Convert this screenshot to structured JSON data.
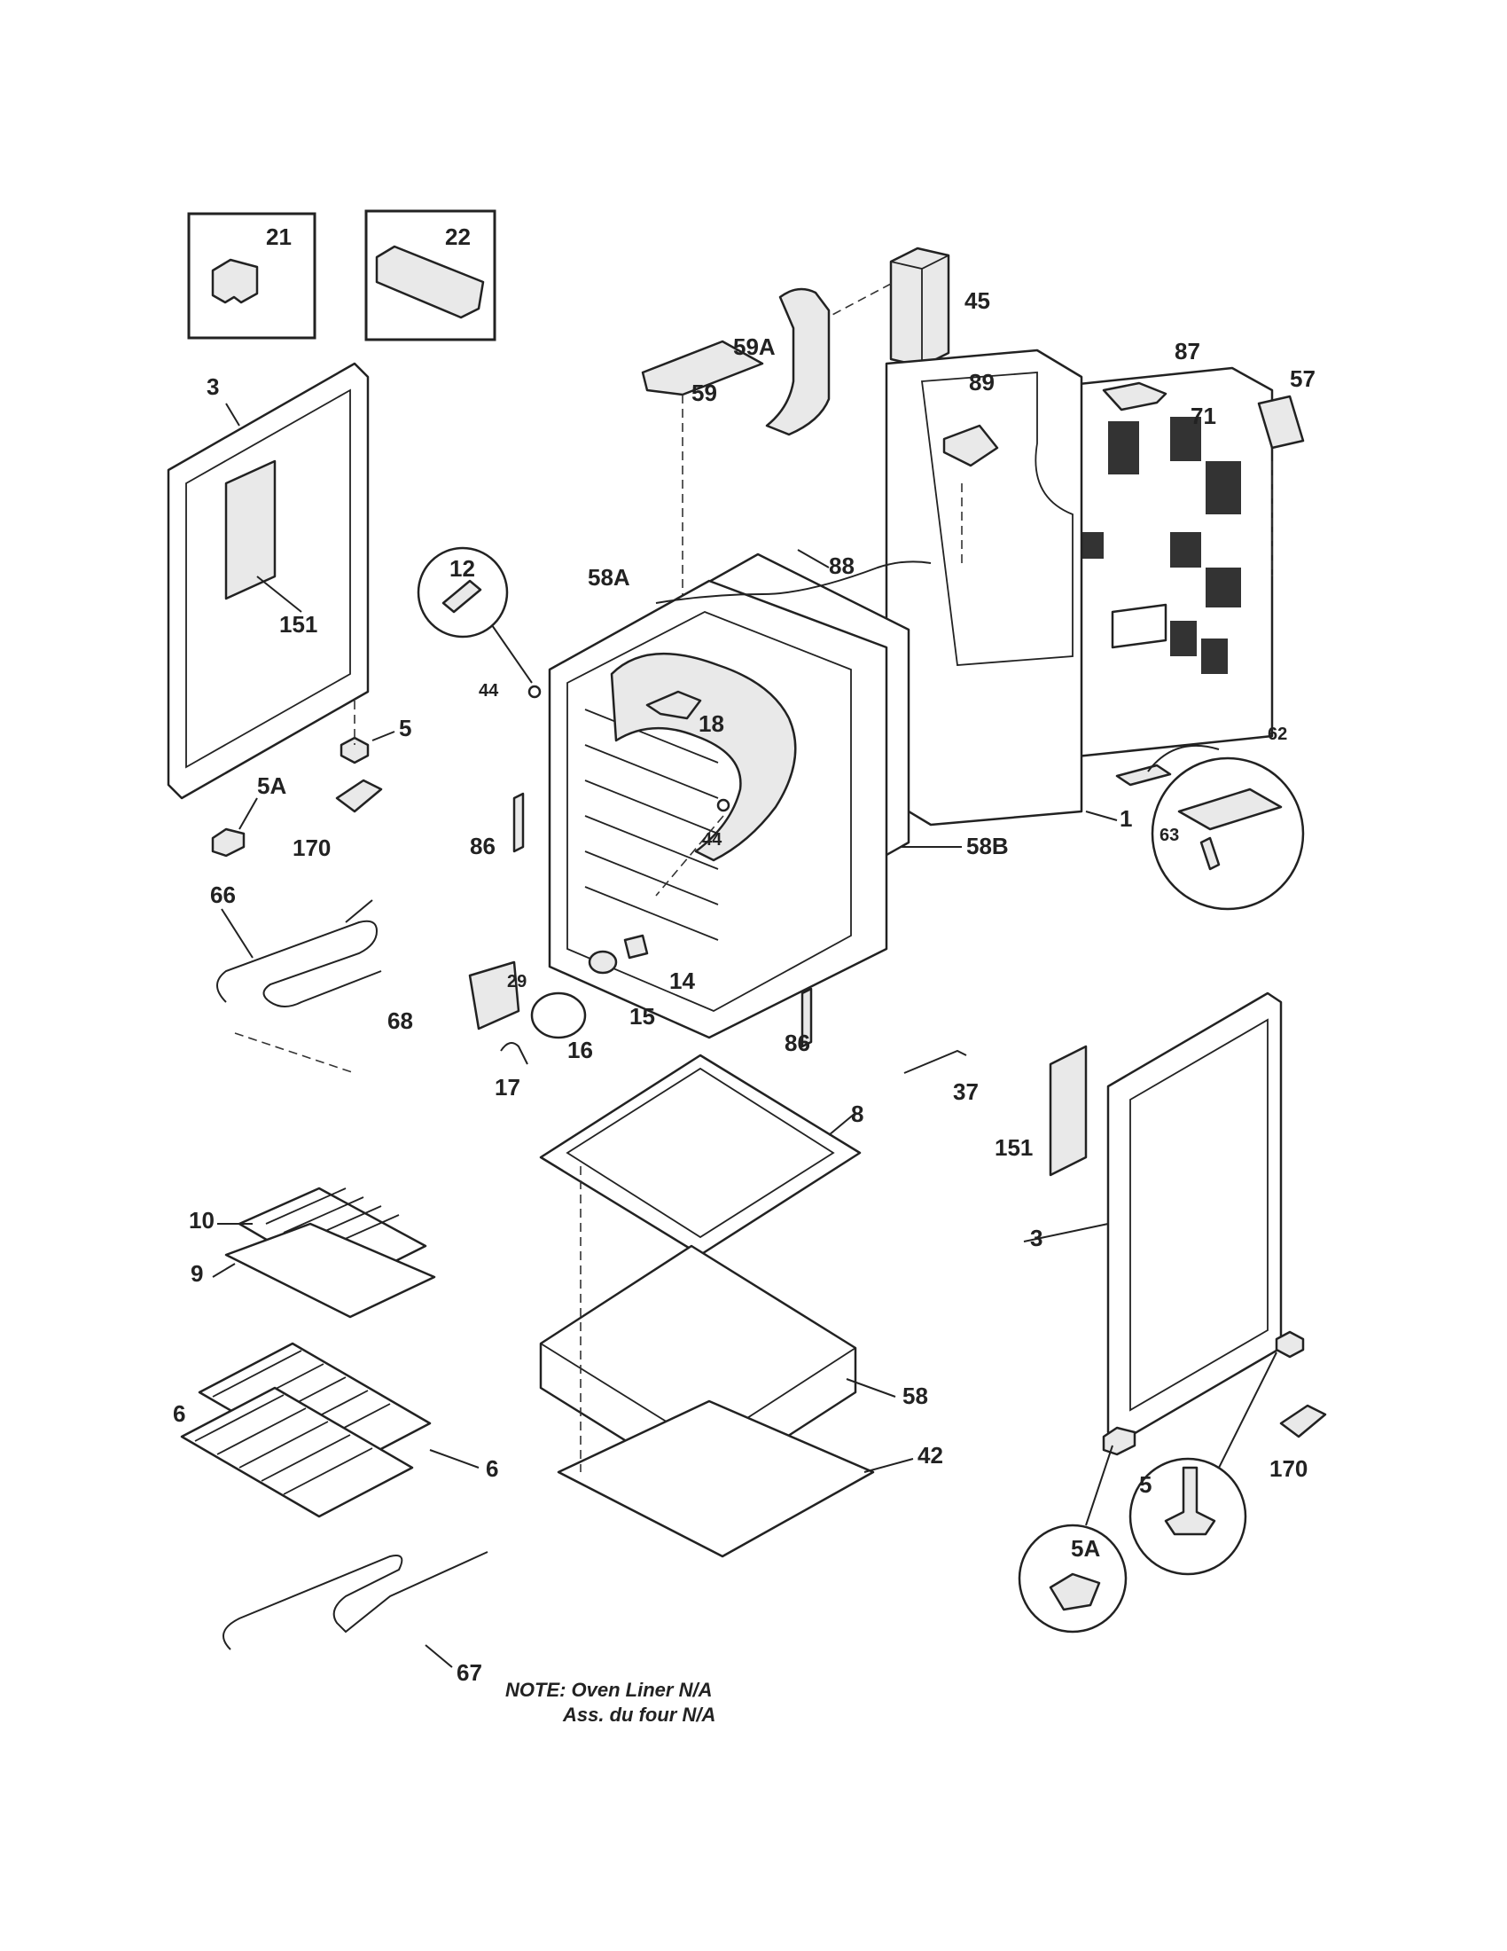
{
  "callouts": {
    "p21": "21",
    "p22": "22",
    "p45": "45",
    "p59a": "59A",
    "p59": "59",
    "p87": "87",
    "p57": "57",
    "p89": "89",
    "p71": "71",
    "p3_left": "3",
    "p88": "88",
    "p12": "12",
    "p58a": "58A",
    "p151_left": "151",
    "p44_upper": "44",
    "p18": "18",
    "p5_left": "5",
    "p62": "62",
    "p5a_left": "5A",
    "p1": "1",
    "p63": "63",
    "p170_left": "170",
    "p44_lower": "44",
    "p86_left": "86",
    "p58b": "58B",
    "p66": "66",
    "p29": "29",
    "p14": "14",
    "p15": "15",
    "p68": "68",
    "p86_right": "86",
    "p16": "16",
    "p17": "17",
    "p37": "37",
    "p8": "8",
    "p151_right": "151",
    "p10": "10",
    "p9": "9",
    "p3_right": "3",
    "p6_left": "6",
    "p58": "58",
    "p6_right": "6",
    "p42": "42",
    "p5_right": "5",
    "p170_right": "170",
    "p5a_right": "5A",
    "p67": "67"
  },
  "note": {
    "line1": "NOTE: Oven Liner N/A",
    "line2": "Ass. du four N/A"
  }
}
